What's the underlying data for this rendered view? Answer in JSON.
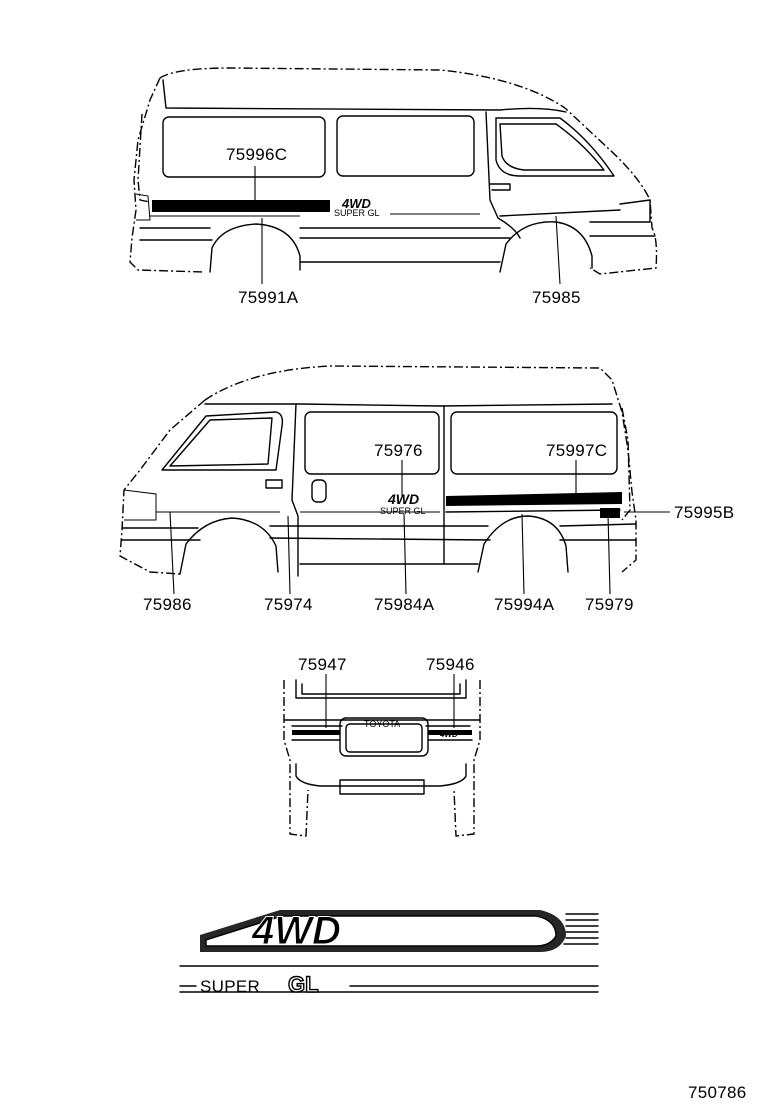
{
  "labels": {
    "p75996C": "75996C",
    "p75991A": "75991A",
    "p75985": "75985",
    "p75976": "75976",
    "p75997C": "75997C",
    "p75995B": "75995B",
    "p75986": "75986",
    "p75974": "75974",
    "p75984A": "75984A",
    "p75994A": "75994A",
    "p75979": "75979",
    "p75947": "75947",
    "p75946": "75946"
  },
  "badges": {
    "four_wd": "4WD",
    "super": "SUPER",
    "gl": "GL",
    "toyota": "TOYOTA"
  },
  "diagram_id": "750786"
}
